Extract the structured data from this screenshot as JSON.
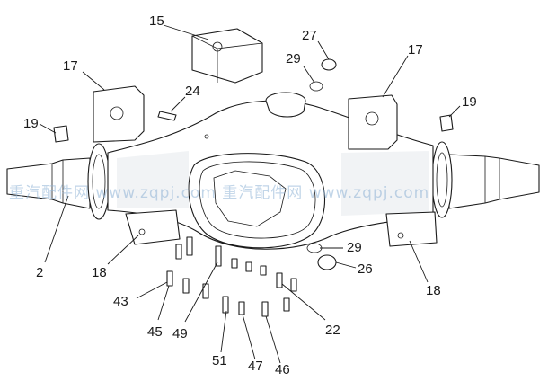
{
  "watermark": {
    "text": "重汽配件网  www.zqpj.com  重汽配件网  www.zqpj.com",
    "color": "#8fb3d6"
  },
  "callouts": [
    {
      "id": "c15",
      "text": "15"
    },
    {
      "id": "c27",
      "text": "27"
    },
    {
      "id": "c29a",
      "text": "29"
    },
    {
      "id": "c17a",
      "text": "17"
    },
    {
      "id": "c17b",
      "text": "17"
    },
    {
      "id": "c24",
      "text": "24"
    },
    {
      "id": "c19a",
      "text": "19"
    },
    {
      "id": "c19b",
      "text": "19"
    },
    {
      "id": "c2",
      "text": "2"
    },
    {
      "id": "c18a",
      "text": "18"
    },
    {
      "id": "c29b",
      "text": "29"
    },
    {
      "id": "c26",
      "text": "26"
    },
    {
      "id": "c18b",
      "text": "18"
    },
    {
      "id": "c43",
      "text": "43"
    },
    {
      "id": "c45",
      "text": "45"
    },
    {
      "id": "c49",
      "text": "49"
    },
    {
      "id": "c22",
      "text": "22"
    },
    {
      "id": "c51",
      "text": "51"
    },
    {
      "id": "c47",
      "text": "47"
    },
    {
      "id": "c46",
      "text": "46"
    }
  ]
}
